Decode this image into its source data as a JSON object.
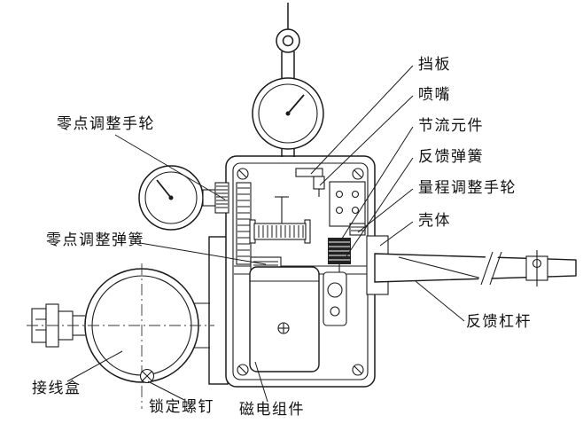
{
  "figure": {
    "background_color": "#ffffff",
    "line_color": "#1a1a1a"
  },
  "labels": {
    "baffle": "挡板",
    "nozzle": "喷嘴",
    "throttle_element": "节流元件",
    "feedback_spring": "反馈弹簧",
    "range_adjust_handwheel": "量程调整手轮",
    "housing": "壳体",
    "feedback_lever": "反馈杠杆",
    "zero_adjust_handwheel": "零点调整手轮",
    "zero_adjust_spring": "零点调整弹簧",
    "junction_box": "接线盒",
    "lock_screw": "锁定螺钉",
    "magnet_assembly": "磁电组件"
  }
}
